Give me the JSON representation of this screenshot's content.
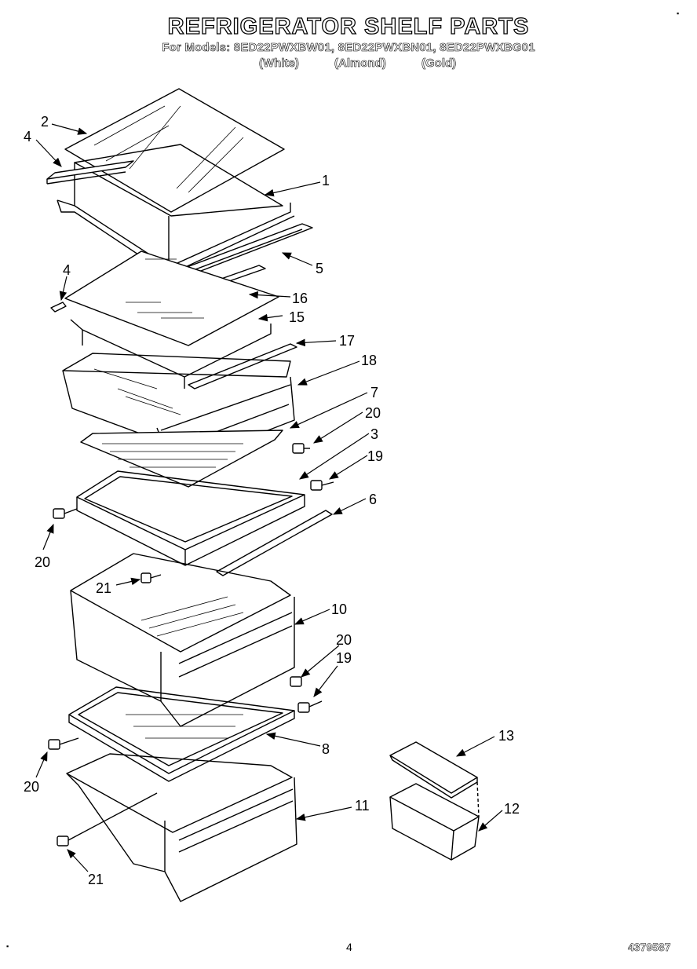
{
  "title": "REFRIGERATOR SHELF PARTS",
  "models_line": "For Models: 8ED22PWXBW01, 8ED22PWXBN01, 8ED22PWXBG01",
  "finishes": [
    "(White)",
    "(Almond)",
    "(Gold)"
  ],
  "callouts": {
    "c1": "1",
    "c2": "2",
    "c4a": "4",
    "c5": "5",
    "c4b": "4",
    "c16": "16",
    "c15": "15",
    "c17": "17",
    "c18": "18",
    "c7": "7",
    "c20a": "20",
    "c3": "3",
    "c19a": "19",
    "c6": "6",
    "c20b": "20",
    "c21a": "21",
    "c10": "10",
    "c20c": "20",
    "c19b": "19",
    "c13": "13",
    "c8": "8",
    "c20d": "20",
    "c12": "12",
    "c11": "11",
    "c21b": "21"
  },
  "footer": {
    "page_number": "4",
    "document_number": "4379587"
  },
  "marks": {
    "top_right": "▪",
    "bottom_left": "▪"
  }
}
